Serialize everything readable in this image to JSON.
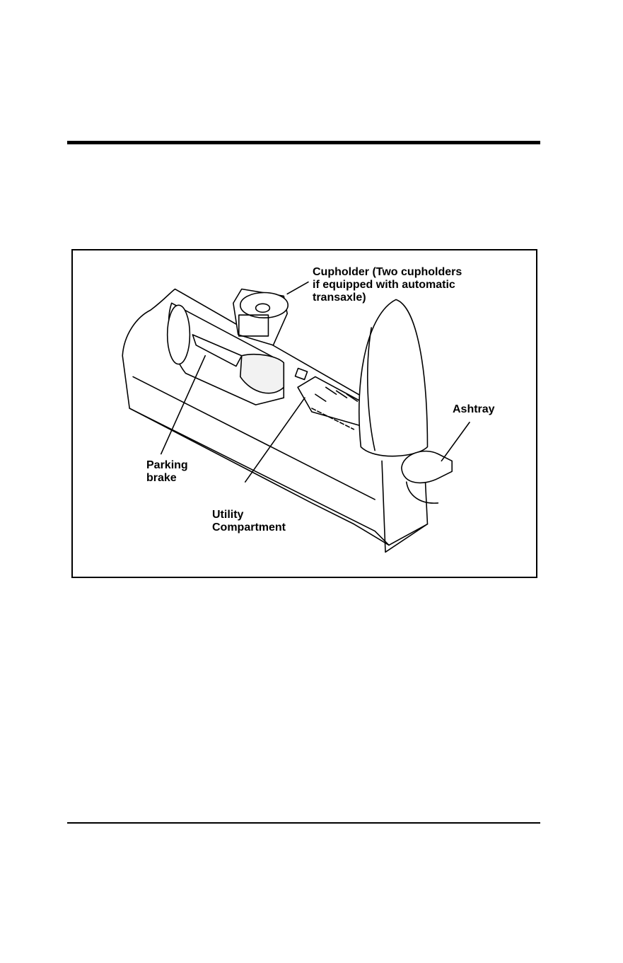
{
  "figure": {
    "labels": {
      "cupholder": [
        "Cupholder (Two cupholders",
        "if equipped with automatic",
        "transaxle)"
      ],
      "ashtray": [
        "Ashtray"
      ],
      "parking_brake": [
        "Parking",
        "brake"
      ],
      "utility_compartment": [
        "Utility",
        "Compartment"
      ]
    }
  }
}
